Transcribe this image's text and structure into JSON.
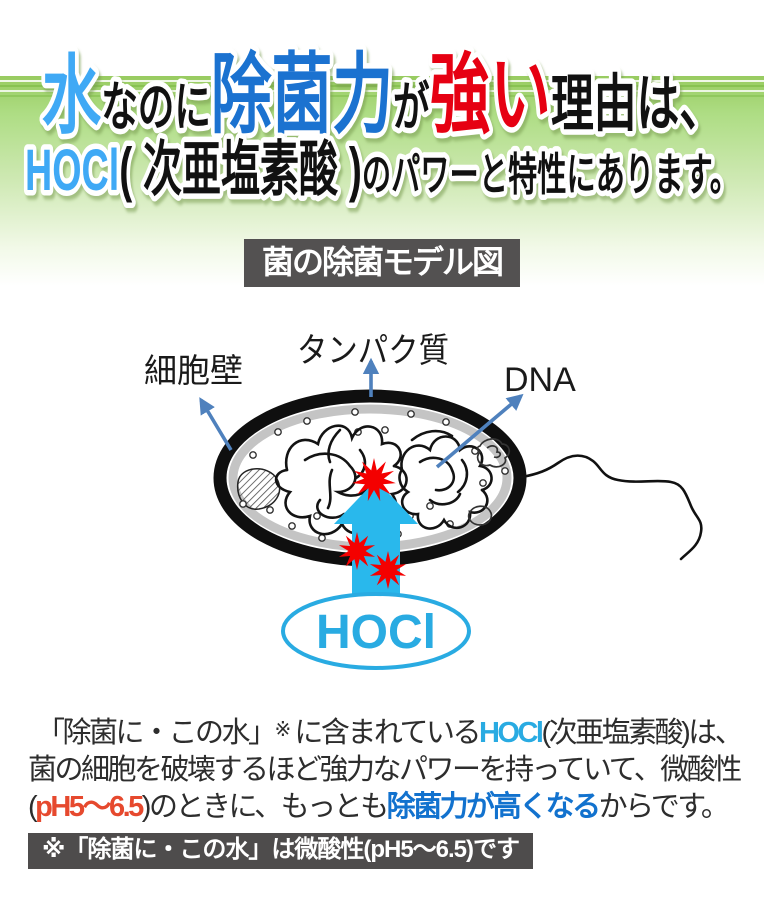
{
  "header": {
    "line1": {
      "water": "水",
      "nanoni": "なのに",
      "jokinryoku": "除菌力",
      "ga": "が",
      "tsuyoi": "強い",
      "riyuwa": "理由は、"
    },
    "line2": {
      "hocl": "HOCl",
      "paren": "( 次亜塩素酸 )",
      "rest": "のパワーと特性にあります。"
    }
  },
  "model_badge": {
    "label": "菌の除菌モデル図"
  },
  "diagram": {
    "labels": {
      "cell_wall": "細胞壁",
      "protein": "タンパク質",
      "dna": "DNA"
    },
    "hocl_label": "HOCl"
  },
  "paragraph": {
    "l1a": "「除菌に・この水」",
    "l1sup": "※",
    "l1b": " に含まれている",
    "l1hocl": "HOCl",
    "l1c": "(次亜塩素酸)は、",
    "l2": "菌の細胞を破壊するほど強力なパワーを持っていて、微酸性",
    "l3a": "(",
    "l3ph": "pH5〜6.5",
    "l3b": ")のときに、もっとも",
    "l3blue": "除菌力が高くなる",
    "l3c": "からです。"
  },
  "footnote": {
    "label": "※「除菌に・この水」は微酸性(pH5〜6.5)です"
  },
  "colors": {
    "title_light_blue": "#3fa9f5",
    "title_dark_blue": "#1b72d0",
    "title_red": "#e60012",
    "title_black": "#111111",
    "hocl_cyan": "#29abe2",
    "cyan_arrow": "#29b8ec",
    "burst_red": "#f40000",
    "pointer_blue": "#4f81bd",
    "badge_gray": "#535151",
    "para_red": "#e6492e",
    "para_blue": "#1272ce",
    "header_green_top": "#98cb60"
  }
}
